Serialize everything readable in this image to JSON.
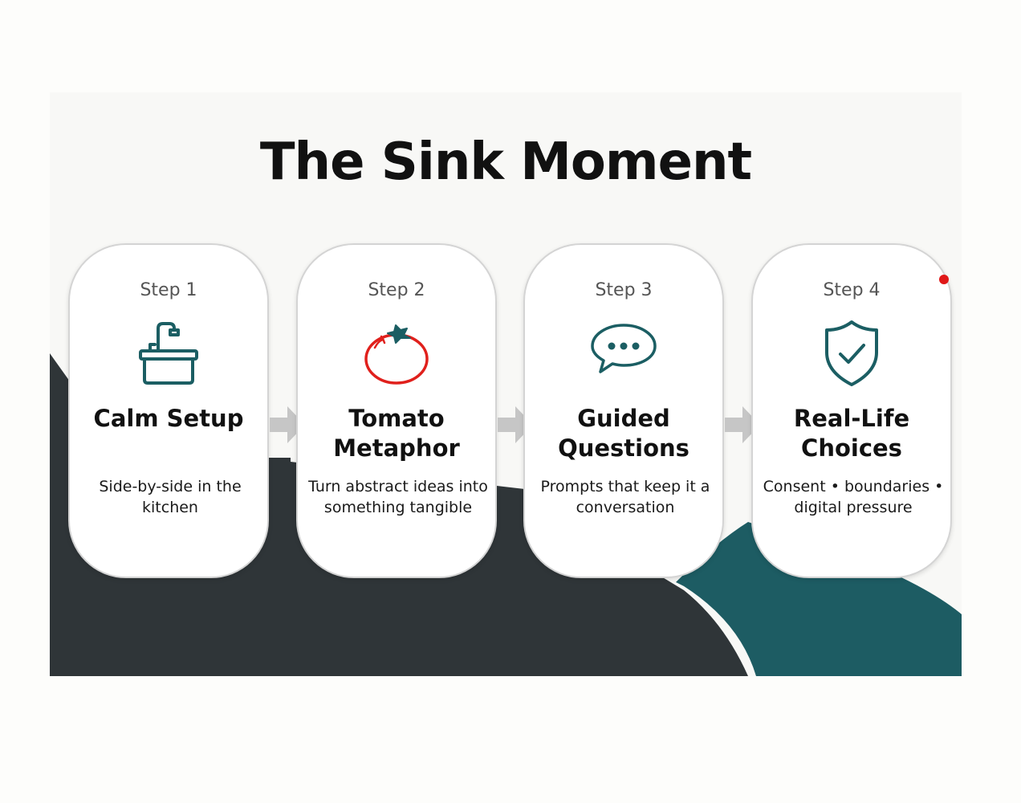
{
  "title": "The Sink Moment",
  "colors": {
    "dark": "#2f3538",
    "teal": "#1d5c63",
    "icon_teal": "#1b5e63",
    "tomato_red": "#e0201c",
    "arrow_gray": "#c6c6c6",
    "accent_dot": "#e01818"
  },
  "steps": [
    {
      "label": "Step 1",
      "icon": "sink-icon",
      "title": "Calm Setup",
      "description": "Side-by-side in the kitchen"
    },
    {
      "label": "Step 2",
      "icon": "tomato-icon",
      "title": "Tomato Metaphor",
      "description": "Turn abstract ideas into something tangible"
    },
    {
      "label": "Step 3",
      "icon": "speech-bubble-icon",
      "title": "Guided Questions",
      "description": "Prompts that keep it a conversation"
    },
    {
      "label": "Step 4",
      "icon": "shield-check-icon",
      "title": "Real-Life Choices",
      "description": "Consent • boundaries • digital pressure"
    }
  ]
}
